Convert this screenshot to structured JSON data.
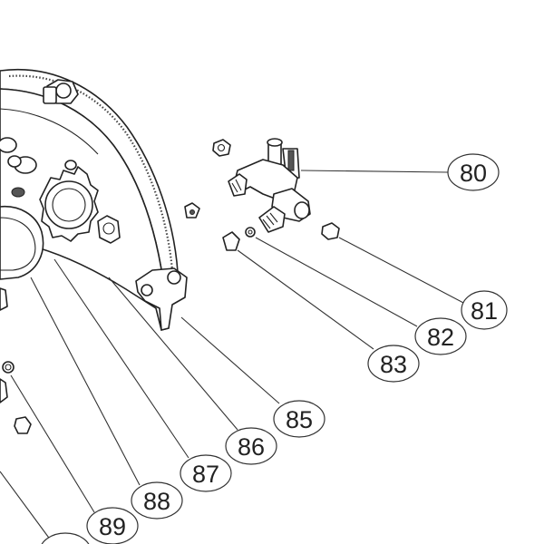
{
  "callouts": [
    {
      "id": "c80",
      "label": "80"
    },
    {
      "id": "c81",
      "label": "81"
    },
    {
      "id": "c82",
      "label": "82"
    },
    {
      "id": "c83",
      "label": "83"
    },
    {
      "id": "c85",
      "label": "85"
    },
    {
      "id": "c86",
      "label": "86"
    },
    {
      "id": "c87",
      "label": "87"
    },
    {
      "id": "c88",
      "label": "88"
    },
    {
      "id": "c89",
      "label": "89"
    }
  ],
  "colors": {
    "line": "#222222",
    "background": "#ffffff"
  }
}
